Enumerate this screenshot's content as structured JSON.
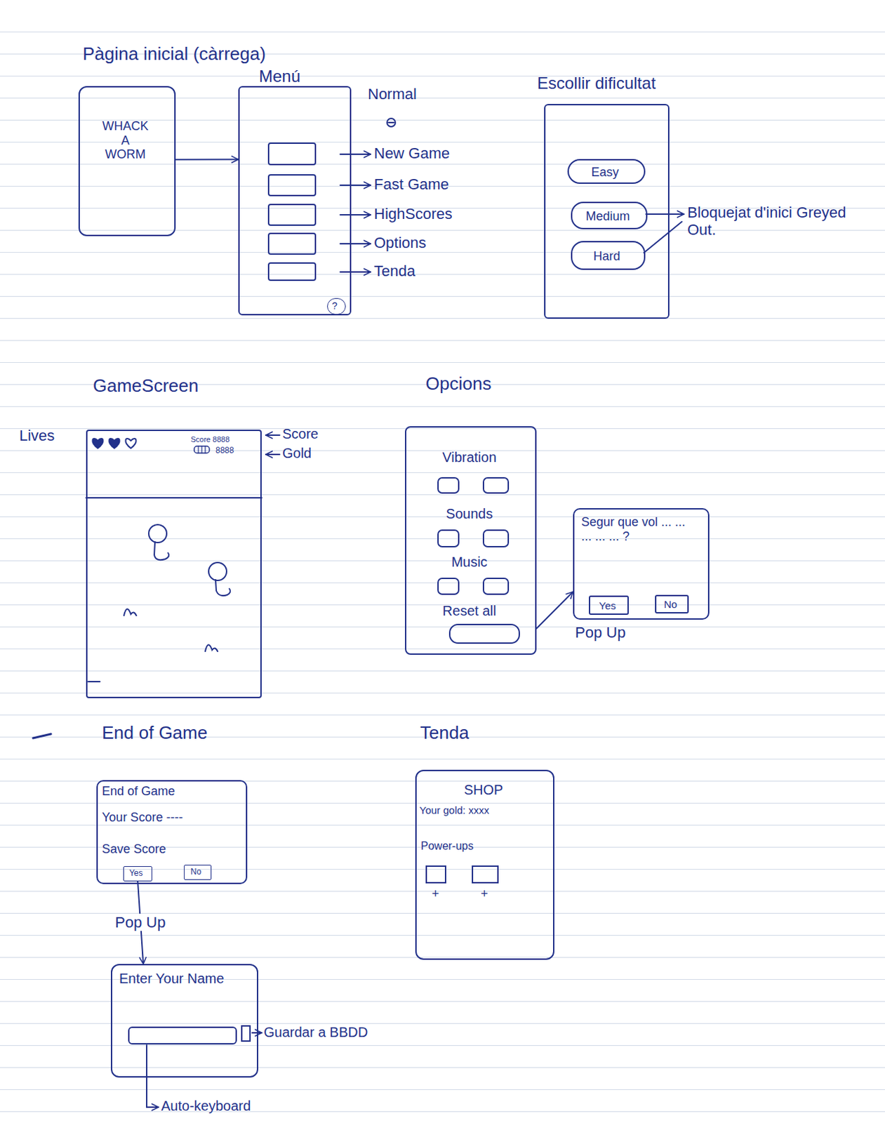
{
  "diagram": {
    "nodes": [
      {
        "text": [
          "Pàgina inicial (càrrega)",
          "WHACK A WORM"
        ]
      },
      {
        "text": [
          "Menú"
        ]
      },
      {
        "text": [
          "?"
        ],
        "in": 1
      },
      {
        "text": [
          "Escollir dificultat"
        ]
      },
      {
        "text": [
          "Easy"
        ],
        "in": 3
      },
      {
        "text": [
          "Medium"
        ],
        "in": 3
      },
      {
        "text": [
          "Hard"
        ],
        "in": 3
      },
      {
        "text": [
          "GameScreen",
          "Score 8888",
          "8888"
        ]
      },
      {
        "text": [
          "Opcions",
          "Vibration",
          "Sounds",
          "Music",
          "Reset all"
        ]
      },
      {
        "text": [
          "Segur que vol ... ... ... ... ... ?"
        ]
      },
      {
        "text": [
          "Yes"
        ],
        "in": 9
      },
      {
        "text": [
          "No"
        ],
        "in": 9
      },
      {
        "text": [
          "End of Game",
          "End of Game",
          "Your Score ----",
          "Save Score"
        ]
      },
      {
        "text": [
          "Yes"
        ],
        "in": 12
      },
      {
        "text": [
          "No"
        ],
        "in": 12
      },
      {
        "text": [
          "Tenda",
          "SHOP",
          "Your gold: xxxx",
          "Power-ups"
        ]
      },
      {
        "text": [
          "Enter Your Name"
        ]
      }
    ],
    "edges": [
      {
        "from": 0,
        "to": 1,
        "arrow": "to"
      },
      {
        "from": 8,
        "to": 9,
        "arrow": "to"
      },
      {
        "from": 13,
        "to": 16,
        "arrow": "to",
        "label": "Pop Up"
      }
    ],
    "labels": [
      "Normal",
      "New Game",
      "Fast Game",
      "HighScores",
      "Options",
      "Tenda",
      "Bloquejat d'inici Greyed Out.",
      "Lives",
      "Score",
      "Gold",
      "Pop Up",
      "+",
      "+",
      "Guardar a BBDD",
      "Auto-keyboard"
    ]
  }
}
